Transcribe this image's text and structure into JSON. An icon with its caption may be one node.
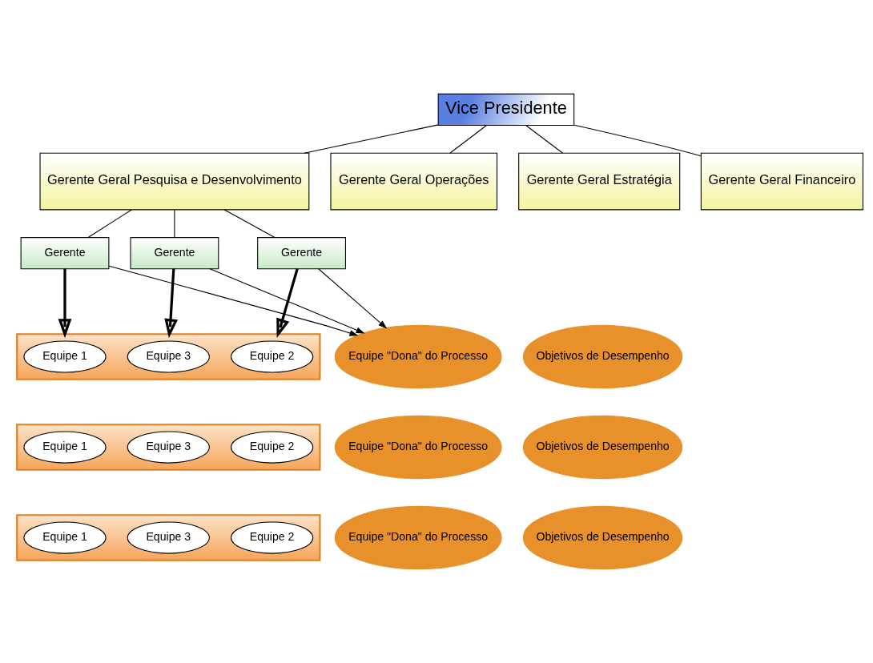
{
  "diagram": {
    "nodes": [
      {
        "text": [
          "Vice Presidente"
        ]
      },
      {
        "text": [
          "Gerente Geral Pesquisa e Desenvolvimento"
        ]
      },
      {
        "text": [
          "Gerente Geral Operações"
        ]
      },
      {
        "text": [
          "Gerente Geral Estratégia"
        ]
      },
      {
        "text": [
          "Gerente Geral Financeiro"
        ]
      },
      {
        "text": [
          "Gerente"
        ]
      },
      {
        "text": [
          "Gerente"
        ]
      },
      {
        "text": [
          "Gerente"
        ]
      },
      {
        "text": [
          "Equipe \"Dona\" do Processo"
        ]
      },
      {
        "text": [],
        "shape": "arrow"
      },
      {
        "text": [
          "Equipe 1"
        ],
        "in": 9
      },
      {
        "text": [
          "Equipe 2"
        ],
        "in": 9
      },
      {
        "text": [
          "Equipe 3"
        ],
        "in": 9
      },
      {
        "text": [
          "Objetivos de Desempenho"
        ]
      },
      {
        "text": [
          "Equipe \"Dona\" do Processo"
        ]
      },
      {
        "text": [],
        "shape": "arrow"
      },
      {
        "text": [
          "Equipe 1"
        ],
        "in": 15
      },
      {
        "text": [
          "Equipe 2"
        ],
        "in": 15
      },
      {
        "text": [
          "Equipe 3"
        ],
        "in": 15
      },
      {
        "text": [
          "Objetivos de Desempenho"
        ]
      },
      {
        "text": [
          "Equipe \"Dona\" do Processo"
        ]
      },
      {
        "text": [],
        "shape": "arrow"
      },
      {
        "text": [
          "Equipe 1"
        ],
        "in": 21
      },
      {
        "text": [
          "Equipe 2"
        ],
        "in": 21
      },
      {
        "text": [
          "Equipe 3"
        ],
        "in": 21
      },
      {
        "text": [
          "Objetivos de Desempenho"
        ]
      }
    ],
    "edges": [
      {
        "from": 0,
        "to": 1,
        "arrow": "none"
      },
      {
        "from": 0,
        "to": 2,
        "arrow": "none"
      },
      {
        "from": 0,
        "to": 3,
        "arrow": "none"
      },
      {
        "from": 0,
        "to": 4,
        "arrow": "none"
      },
      {
        "from": 1,
        "to": 5,
        "arrow": "none"
      },
      {
        "from": 1,
        "to": 6,
        "arrow": "none"
      },
      {
        "from": 1,
        "to": 7,
        "arrow": "none"
      },
      {
        "from": 5,
        "to": 8,
        "arrow": "to"
      },
      {
        "from": 6,
        "to": 8,
        "arrow": "to"
      },
      {
        "from": 7,
        "to": 8,
        "arrow": "to"
      },
      {
        "from": 5,
        "to": 9,
        "arrow": "to",
        "style": "thick"
      },
      {
        "from": 6,
        "to": 9,
        "arrow": "to",
        "style": "thick"
      },
      {
        "from": 7,
        "to": 9,
        "arrow": "to",
        "style": "thick"
      }
    ]
  }
}
